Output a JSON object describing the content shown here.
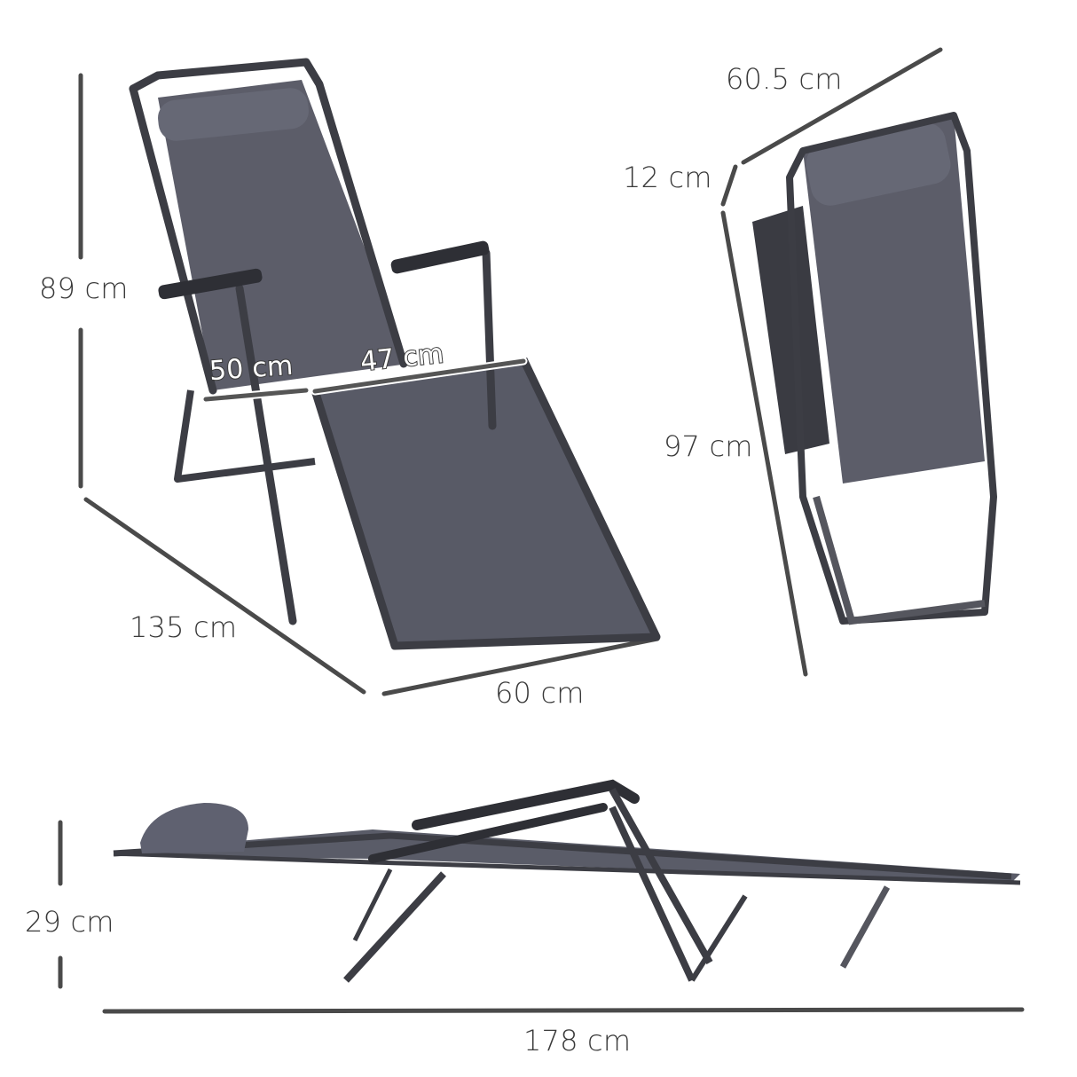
{
  "image": {
    "description": "Folding reclining sun lounger dimension diagram",
    "product_color": "#5a5b66",
    "frame_color": "#3c3d44",
    "line_color": "#4a4a4a"
  },
  "views": {
    "reclined": {
      "height_label": "89 cm",
      "depth_label": "135 cm",
      "width_label": "60 cm",
      "seat_width_label": "50 cm",
      "leg_rest_width_label": "47 cm"
    },
    "folded": {
      "width_label": "60.5 cm",
      "thickness_label": "12 cm",
      "length_label": "97 cm"
    },
    "flat": {
      "height_label": "29 cm",
      "length_label": "178 cm"
    }
  }
}
